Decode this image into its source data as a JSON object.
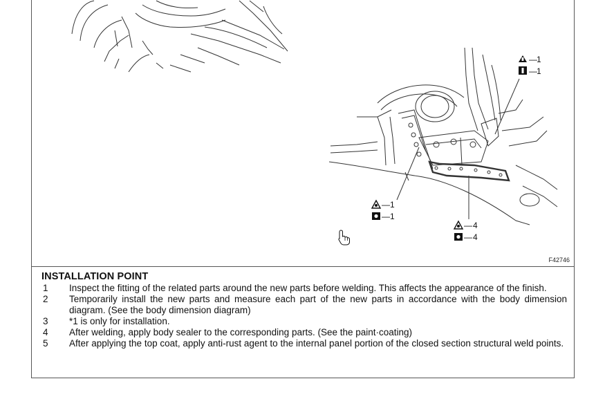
{
  "figure": {
    "code": "F42746",
    "callouts": [
      {
        "id": "top-right",
        "lines": [
          {
            "symbol": "triangle",
            "value": "1"
          },
          {
            "symbol": "i-bar",
            "value": "1"
          }
        ]
      },
      {
        "id": "left",
        "lines": [
          {
            "symbol": "triangle-dot",
            "value": "1"
          },
          {
            "symbol": "square-dot",
            "value": "1"
          }
        ]
      },
      {
        "id": "bottom",
        "lines": [
          {
            "symbol": "triangle-dot",
            "value": "4"
          },
          {
            "symbol": "square-dot",
            "value": "4"
          }
        ]
      }
    ],
    "cursor_icon": "hand-pointer-icon"
  },
  "installation": {
    "title": "INSTALLATION POINT",
    "steps": [
      {
        "num": "1",
        "text": "Inspect the fitting of the related parts around the new parts before welding. This affects the appearance of the finish."
      },
      {
        "num": "2",
        "text": "Temporarily install the new parts and measure each part of the new parts in accordance with the body dimension diagram. (See the body dimension diagram)"
      },
      {
        "num": "3",
        "text": "*1 is only for installation."
      },
      {
        "num": "4",
        "text": "After welding, apply body sealer to the corresponding parts. (See the paint·coating)"
      },
      {
        "num": "5",
        "text": "After applying the top coat, apply anti-rust agent to the internal panel portion of the closed section structural weld points."
      }
    ]
  }
}
